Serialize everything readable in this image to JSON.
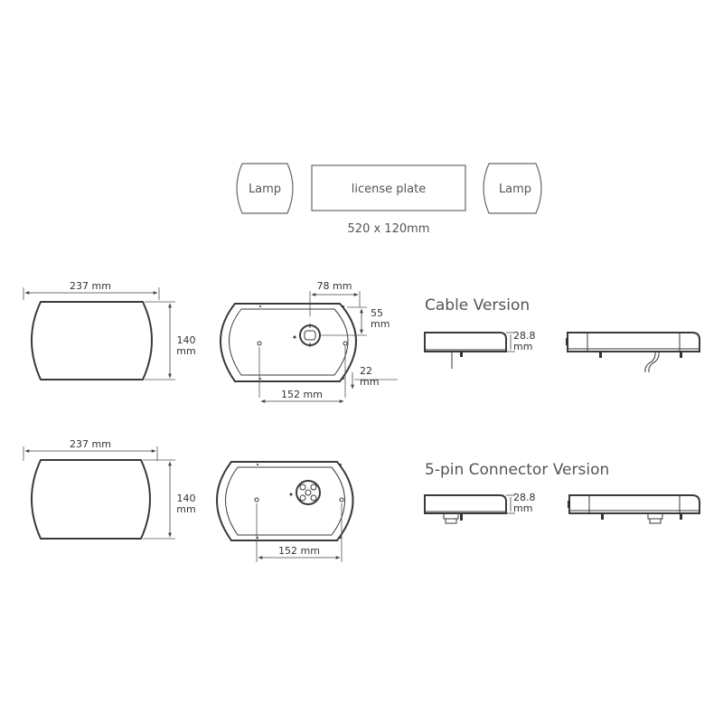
{
  "top_layout": {
    "lamp_left": "Lamp",
    "license_plate": "license plate",
    "lamp_right": "Lamp",
    "plate_size": "520 x 120mm"
  },
  "cable_section": {
    "title": "Cable Version",
    "width": "237 mm",
    "height_val": "140",
    "height_unit": "mm",
    "hole_spacing": "152 mm",
    "top_dim": "78 mm",
    "side_dim_val": "55",
    "side_dim_unit": "mm",
    "lower_dim_val": "22",
    "lower_dim_unit": "mm",
    "depth_val": "28.8",
    "depth_unit": "mm"
  },
  "connector_section": {
    "title": "5-pin Connector Version",
    "width": "237 mm",
    "height_val": "140",
    "height_unit": "mm",
    "hole_spacing": "152 mm",
    "depth_val": "28.8",
    "depth_unit": "mm"
  }
}
